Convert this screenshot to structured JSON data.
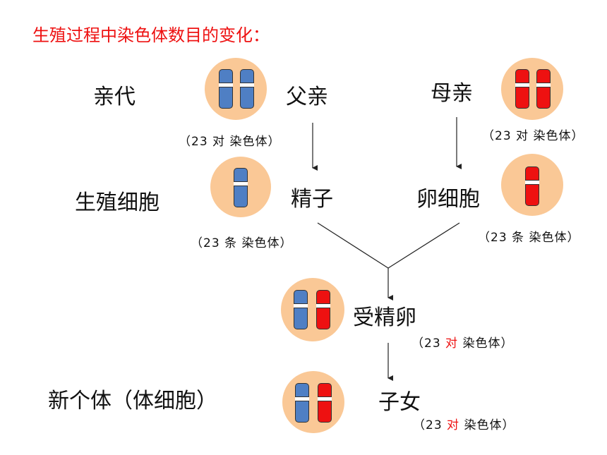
{
  "title": "生殖过程中染色体数目的变化：",
  "rows": {
    "parent": "亲代",
    "gamete": "生殖细胞",
    "offspring": "新个体（体细胞）"
  },
  "labels": {
    "father": "父亲",
    "mother": "母亲",
    "sperm": "精子",
    "egg": "卵细胞",
    "zygote": "受精卵",
    "child": "子女"
  },
  "counts": {
    "father": "（23 对 染色体）",
    "mother": "（23 对 染色体）",
    "sperm": "（23 条 染色体）",
    "egg": "（23 条 染色体）",
    "zygote": {
      "pre": "（23 ",
      "mid": "对",
      "post": " 染色体）"
    },
    "child": {
      "pre": "（23 ",
      "mid": "对",
      "post": " 染色体）"
    }
  },
  "colors": {
    "title": "#ee1111",
    "cell": "#fac896",
    "paternal_chromosome": "#4f7fc4",
    "maternal_chromosome": "#ee1111"
  }
}
